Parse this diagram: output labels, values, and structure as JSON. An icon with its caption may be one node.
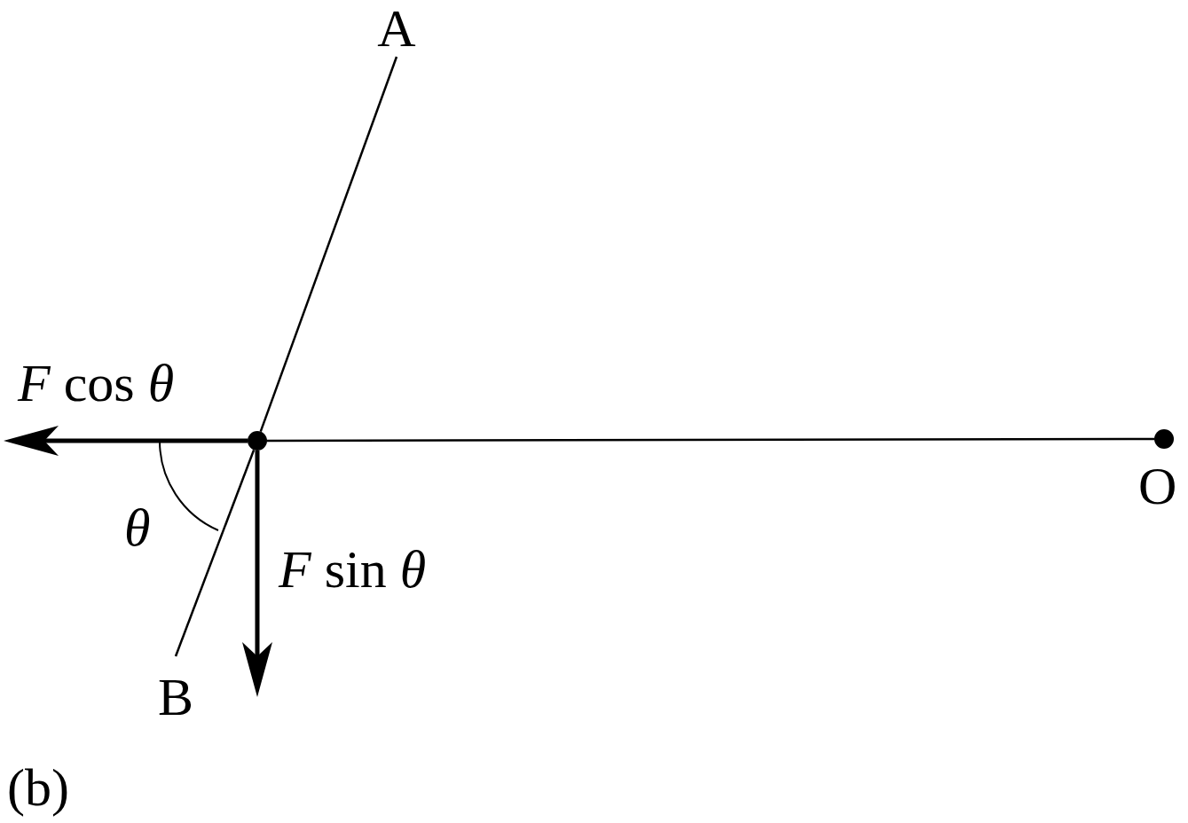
{
  "diagram": {
    "caption": "(b)",
    "nodes": [
      {
        "text": [
          "A"
        ]
      },
      {
        "text": [
          "B"
        ]
      },
      {
        "text": [],
        "shape": "circle"
      },
      {
        "text": [],
        "shape": "circle",
        "beside": [
          "O"
        ]
      }
    ],
    "edges": [
      {
        "from": 0,
        "to": 2,
        "arrow": "none"
      },
      {
        "from": 2,
        "to": 1,
        "arrow": "none"
      },
      {
        "from": 2,
        "to": 3,
        "arrow": "none"
      },
      {
        "from": 2,
        "to": null,
        "arrow": "to",
        "style": "thick",
        "label": "*F* cos *θ*"
      },
      {
        "from": 2,
        "to": null,
        "arrow": "to",
        "style": "thick",
        "label": "*F* sin *θ*"
      }
    ],
    "labels": [
      "θ"
    ]
  }
}
